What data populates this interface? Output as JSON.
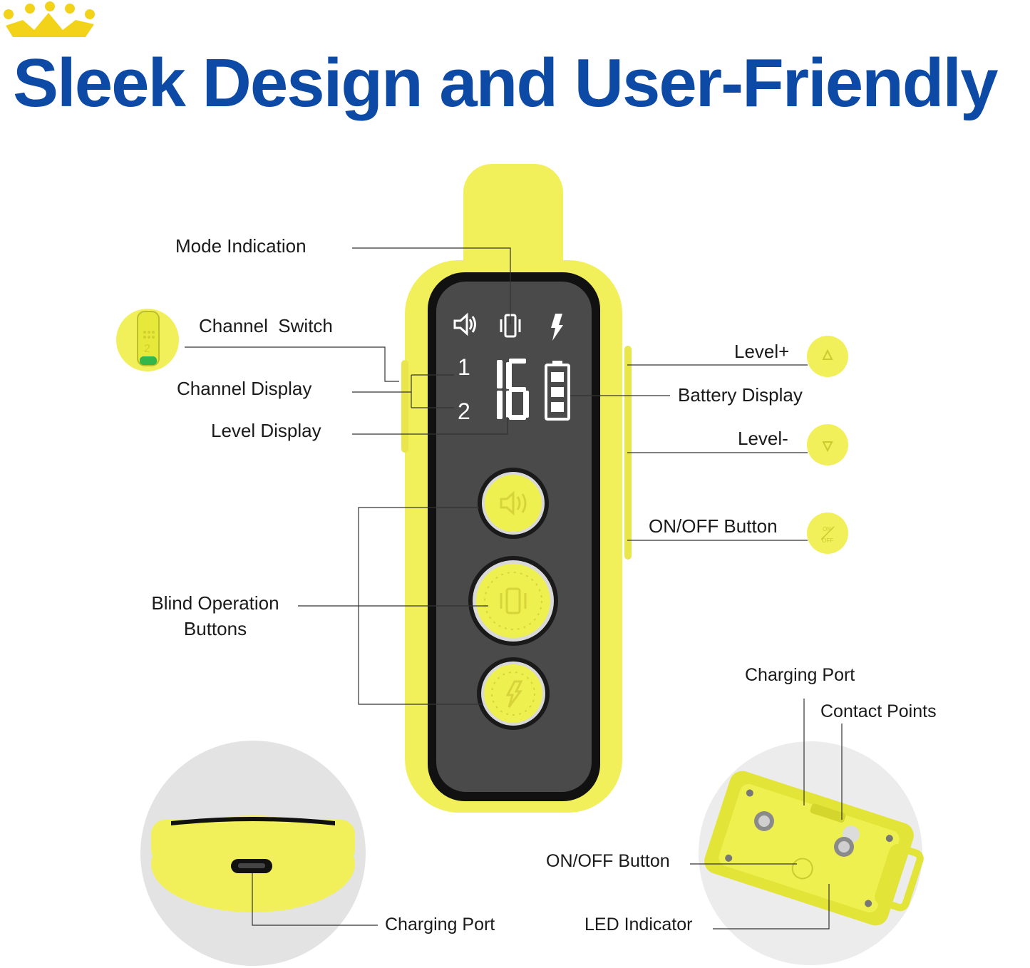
{
  "header": {
    "title": "Sleek Design and User-Friendly",
    "icon": "crown-icon",
    "title_color": "#0d4aa6",
    "crown_color": "#f3d21a"
  },
  "product": {
    "body_color": "#f2f05a",
    "screen_color": "#4a4a4a",
    "display": {
      "channel_1": "1",
      "channel_2": "2",
      "level": "16",
      "mode_icons": [
        "sound-icon",
        "vibration-icon",
        "shock-icon"
      ],
      "battery_icon": "battery-icon"
    },
    "side_buttons": {
      "on": "ON",
      "off": "OFF"
    }
  },
  "callouts": {
    "mode_indication": "Mode Indication",
    "channel_switch": "Channel  Switch",
    "channel_display": "Channel Display",
    "level_display": "Level Display",
    "blind_operation_line1": "Blind Operation",
    "blind_operation_line2": "Buttons",
    "level_plus": "Level+",
    "battery_display": "Battery Display",
    "level_minus": "Level-",
    "on_off_button": "ON/OFF Button",
    "charging_port_bottom": "Charging Port",
    "collar_charging_port": "Charging Port",
    "collar_contact_points": "Contact Points",
    "collar_on_off_button": "ON/OFF Button",
    "collar_led_indicator": "LED Indicator"
  }
}
